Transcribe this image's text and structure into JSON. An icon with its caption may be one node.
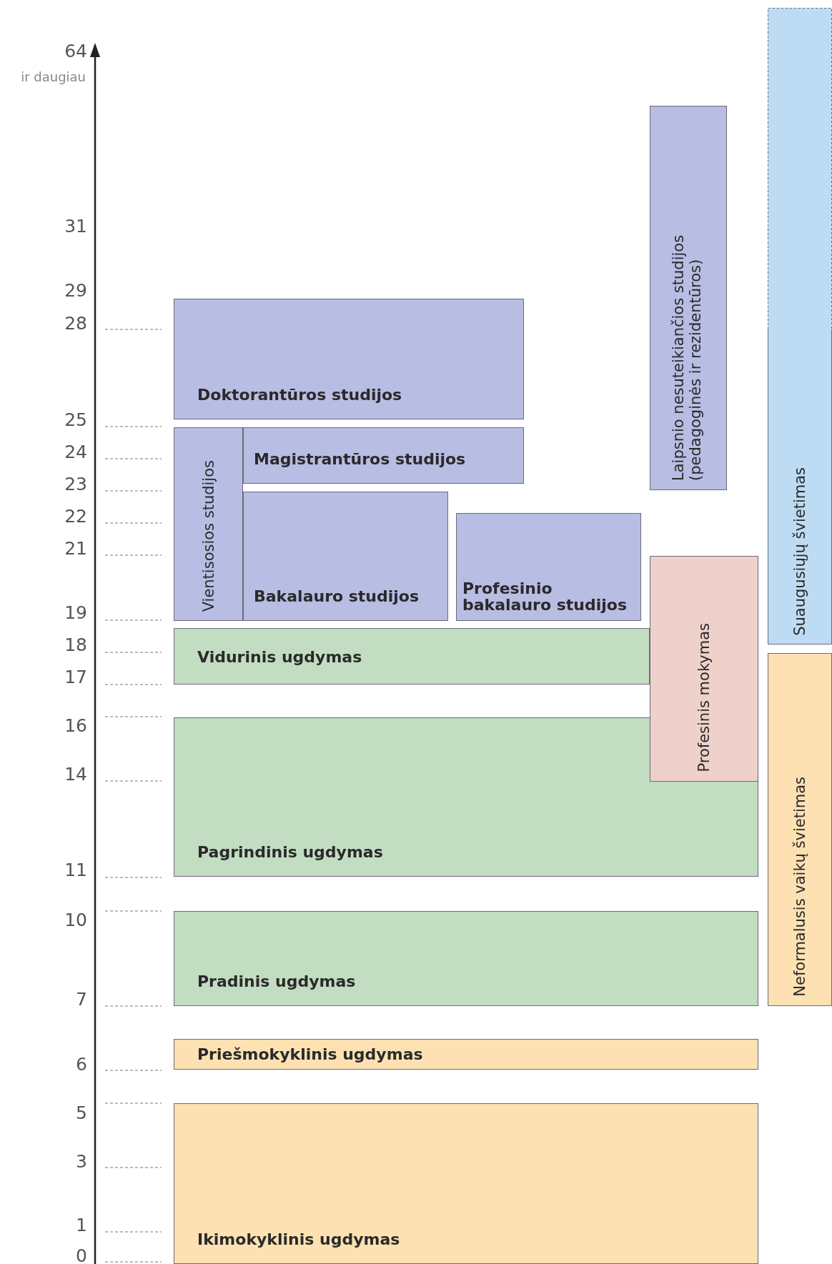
{
  "diagram": {
    "nodes": [
      {
        "text": [
          "Suaugusiųjų švietimas"
        ]
      },
      {
        "text": [
          "Laipsnio nesuteikiančios studijos (pedagoginės ir rezidentūros)"
        ]
      },
      {
        "text": [
          "Doktorantūros studijos"
        ]
      },
      {
        "text": [
          "Vientisosios studijos"
        ]
      },
      {
        "text": [
          "Magistrantūros studijos"
        ]
      },
      {
        "text": [
          "Bakalauro studijos"
        ]
      },
      {
        "text": [
          "Profesinio bakalauro studijos"
        ]
      },
      {
        "text": [
          "Profesinis mokymas"
        ]
      },
      {
        "text": [
          "Vidurinis ugdymas"
        ]
      },
      {
        "text": [
          "Neformalusis vaikų švietimas"
        ]
      },
      {
        "text": [
          "Pagrindinis ugdymas"
        ]
      },
      {
        "text": [
          "Pradinis ugdymas"
        ]
      },
      {
        "text": [
          "Priešmokyklinis ugdymas"
        ]
      },
      {
        "text": [
          "Ikimokyklinis ugdymas"
        ]
      }
    ],
    "labels": [
      "64",
      "ir daugiau",
      "31",
      "29",
      "28",
      "25",
      "24",
      "23",
      "22",
      "21",
      "19",
      "18",
      "17",
      "16",
      "14",
      "11",
      "10",
      "7",
      "6",
      "5",
      "3",
      "1",
      "0"
    ]
  }
}
